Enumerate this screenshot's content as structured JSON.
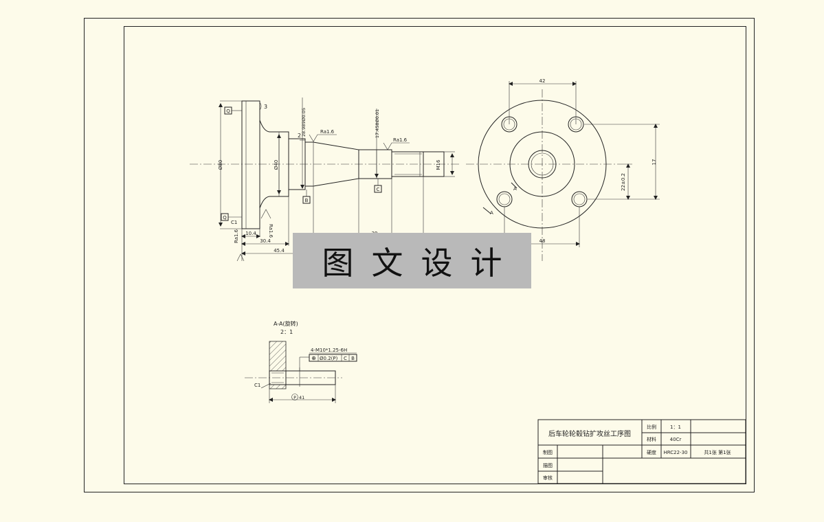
{
  "dims": {
    "d80": "Ø80",
    "d40": "Ø40",
    "d28": "28.989Ø0.05",
    "d17": "17.458Ø0.01",
    "m16": "M16",
    "l10_4": "10.4",
    "l30_4": "30.4",
    "l45_4": "45.4",
    "l39": "39",
    "n42": "42",
    "n17": "17",
    "n22": "22±0.2",
    "n48": "48",
    "c1": "C1",
    "n3": "3",
    "n2": "2"
  },
  "datums": {
    "q": "Q",
    "b": "B",
    "c": "C"
  },
  "surface": {
    "ra16": "Ra1.6"
  },
  "section": {
    "title": "A-A(旋转)",
    "scale": "2：1",
    "thread": "4-M10*1.25-6H",
    "tol_pos": "⊕",
    "tol_val": "Ø0.2(P)",
    "tol_c": "C",
    "tol_b": "B",
    "c1": "C1",
    "p41": "41",
    "p_circle": "P"
  },
  "view_labels": {
    "a": "A"
  },
  "title_block": {
    "drawing_title": "后车轮轮毂钻扩攻丝工序图",
    "scale_label": "比例",
    "scale_value": "1：1",
    "material_label": "材料",
    "material_value": "40Cr",
    "hardness_label": "硬度",
    "hardness_value": "HRC22-30",
    "sheets": "共1张 第1张",
    "drawn_label": "制图",
    "traced_label": "描图",
    "checked_label": "审核"
  },
  "watermark": "图文设计"
}
